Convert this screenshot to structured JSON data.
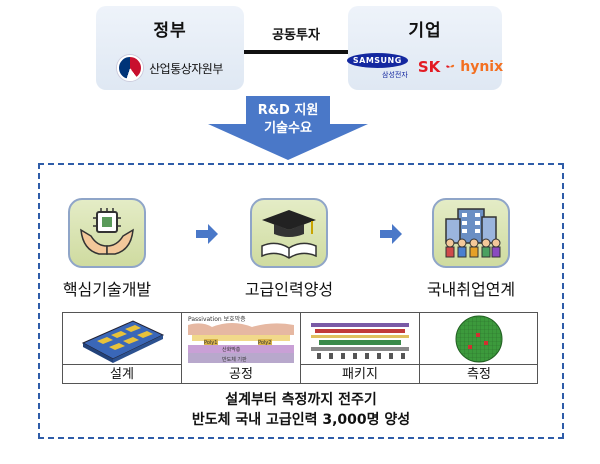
{
  "top": {
    "government": {
      "title": "정부",
      "logo_text": "산업통상자원부",
      "logo_icon": "taegeuk-emblem-icon"
    },
    "corporation": {
      "title": "기업",
      "samsung": {
        "name": "SAMSUNG",
        "sub": "삼성전자"
      },
      "skhynix": {
        "sk": "SK",
        "hynix": "hynix"
      }
    },
    "link_label": "공동투자"
  },
  "arrow": {
    "line1": "R&D 지원",
    "line2": "기술수요"
  },
  "stages": [
    {
      "label": "핵심기술개발",
      "icon": "chip-in-hands-icon"
    },
    {
      "label": "고급인력양성",
      "icon": "graduation-cap-book-icon"
    },
    {
      "label": "국내취업연계",
      "icon": "building-people-icon"
    }
  ],
  "process": [
    {
      "label": "설계",
      "image": "chip-design-layout"
    },
    {
      "label": "공정",
      "image": "fab-cross-section",
      "annotations": [
        "Passivation 보호막층",
        "Poly1",
        "Poly2",
        "산화막층",
        "반도체 기판"
      ]
    },
    {
      "label": "패키지",
      "image": "package-cross-section"
    },
    {
      "label": "측정",
      "image": "wafer-map"
    }
  ],
  "bottom": {
    "line1": "설계부터 측정까지 전주기",
    "line2": "반도체 국내 고급인력 3,000명 양성"
  },
  "colors": {
    "accent_blue": "#2e5ca8",
    "arrow_blue": "#4a78c8",
    "icon_bg": "#d9e3b3"
  }
}
